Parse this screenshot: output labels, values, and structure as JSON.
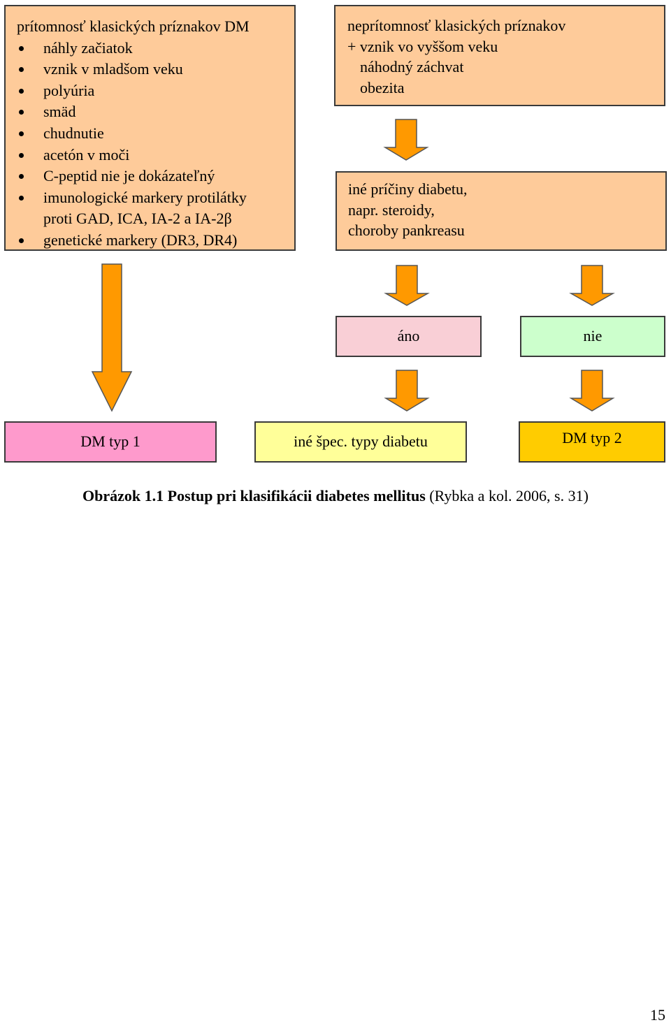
{
  "left_box": {
    "heading": "prítomnosť klasických príznakov DM",
    "items": [
      "náhly začiatok",
      "vznik v mladšom veku",
      "polyúria",
      "smäd",
      "chudnutie",
      "acetón v moči",
      "C-peptid nie je dokázateľný",
      "imunologické markery protilátky",
      "genetické markery (DR3, DR4)"
    ],
    "item_continuation": "proti GAD, ICA, IA-2 a IA-2β"
  },
  "right_top_box": {
    "lines": [
      "neprítomnosť klasických príznakov",
      "+ vznik vo vyššom veku",
      "náhodný záchvat",
      "obezita"
    ]
  },
  "cause_box": {
    "lines": [
      "iné príčiny diabetu,",
      "napr. steroidy,",
      "choroby pankreasu"
    ]
  },
  "yes_box": {
    "label": "áno"
  },
  "no_box": {
    "label": "nie"
  },
  "result_dm1": {
    "label": "DM typ 1"
  },
  "result_spec": {
    "label": "iné špec. typy diabetu"
  },
  "result_dm2": {
    "label": "DM typ 2"
  },
  "caption": {
    "bold": "Obrázok 1.1 Postup pri klasifikácii diabetes mellitus",
    "normal": " (Rybka a kol. 2006, s. 31)"
  },
  "page_number": "15",
  "colors": {
    "peach": "#fecb9a",
    "pink": "#f9cfd6",
    "light_green": "#ccffcc",
    "magenta_pink": "#fe9acc",
    "light_yellow": "#ffff99",
    "gold": "#ffcc00",
    "arrow_orange": "#ff9900"
  }
}
